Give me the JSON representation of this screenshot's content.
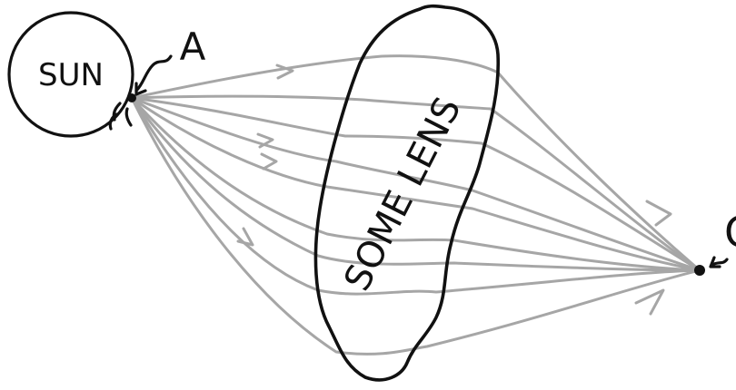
{
  "diagram": {
    "sun_label": "SUN",
    "point_a_label": "A",
    "point_c_label": "C",
    "lens_label": "SOME LENS"
  },
  "colors": {
    "ink": "#111111",
    "ray": "#a6a6a6",
    "background": "#ffffff"
  }
}
